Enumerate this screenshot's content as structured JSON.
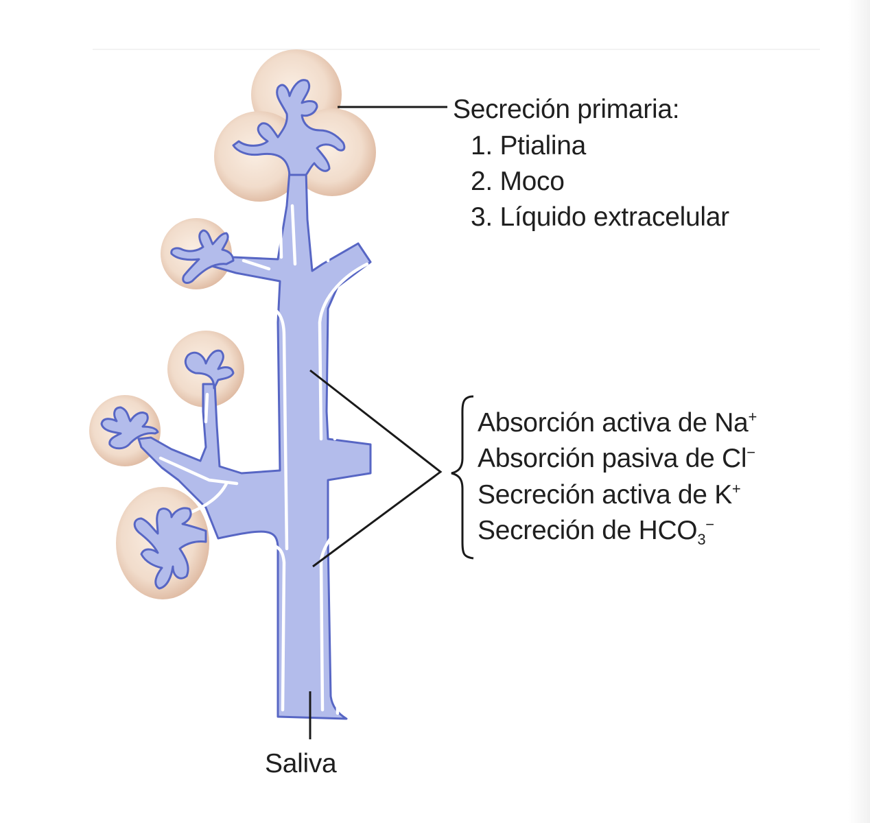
{
  "primary": {
    "heading": "Secreción primaria:",
    "items": [
      "1. Ptialina",
      "2. Moco",
      "3. Líquido extracelular"
    ]
  },
  "duct": {
    "items": [
      {
        "text": "Absorción activa de Na",
        "sup": "+",
        "sub": "",
        "tail": ""
      },
      {
        "text": "Absorción pasiva de Cl",
        "sup": "−",
        "sub": "",
        "tail": ""
      },
      {
        "text": "Secreción activa de K",
        "sup": "+",
        "sub": "",
        "tail": ""
      },
      {
        "text": "Secreción de HCO",
        "sup": "",
        "sub": "3",
        "tail": "−"
      }
    ]
  },
  "output": {
    "label": "Saliva"
  },
  "colors": {
    "acinus": "#f1dccb",
    "acinus_edge": "#d9b49a",
    "duct_fill": "#b3bceb",
    "duct_outline": "#5766c4",
    "leader": "#1a1a1a"
  }
}
